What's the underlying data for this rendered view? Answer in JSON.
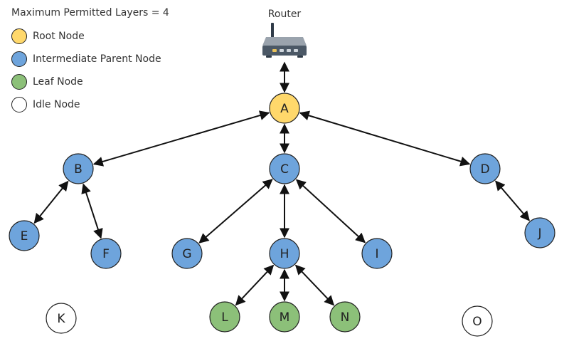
{
  "legend": {
    "title": "Maximum Permitted Layers = 4",
    "items": [
      {
        "label": "Root Node",
        "color": "#ffd86b"
      },
      {
        "label": "Intermediate Parent Node",
        "color": "#6ea4dc"
      },
      {
        "label": "Leaf Node",
        "color": "#8cc079"
      },
      {
        "label": "Idle Node",
        "color": "#ffffff"
      }
    ]
  },
  "router": {
    "label": "Router",
    "icon": "router-icon"
  },
  "nodes": [
    {
      "id": "A",
      "label": "A",
      "role": "root"
    },
    {
      "id": "B",
      "label": "B",
      "role": "intermediate"
    },
    {
      "id": "C",
      "label": "C",
      "role": "intermediate"
    },
    {
      "id": "D",
      "label": "D",
      "role": "intermediate"
    },
    {
      "id": "E",
      "label": "E",
      "role": "intermediate"
    },
    {
      "id": "F",
      "label": "F",
      "role": "intermediate"
    },
    {
      "id": "G",
      "label": "G",
      "role": "intermediate"
    },
    {
      "id": "H",
      "label": "H",
      "role": "intermediate"
    },
    {
      "id": "I",
      "label": "I",
      "role": "intermediate"
    },
    {
      "id": "J",
      "label": "J",
      "role": "intermediate"
    },
    {
      "id": "K",
      "label": "K",
      "role": "idle"
    },
    {
      "id": "L",
      "label": "L",
      "role": "leaf"
    },
    {
      "id": "M",
      "label": "M",
      "role": "leaf"
    },
    {
      "id": "N",
      "label": "N",
      "role": "leaf"
    },
    {
      "id": "O",
      "label": "O",
      "role": "idle"
    }
  ],
  "edges": [
    [
      "Router",
      "A"
    ],
    [
      "A",
      "B"
    ],
    [
      "A",
      "C"
    ],
    [
      "A",
      "D"
    ],
    [
      "B",
      "E"
    ],
    [
      "B",
      "F"
    ],
    [
      "C",
      "G"
    ],
    [
      "C",
      "H"
    ],
    [
      "C",
      "I"
    ],
    [
      "D",
      "J"
    ],
    [
      "H",
      "L"
    ],
    [
      "H",
      "M"
    ],
    [
      "H",
      "N"
    ]
  ],
  "role_colors": {
    "root": "#ffd86b",
    "intermediate": "#6ea4dc",
    "leaf": "#8cc079",
    "idle": "#ffffff"
  }
}
